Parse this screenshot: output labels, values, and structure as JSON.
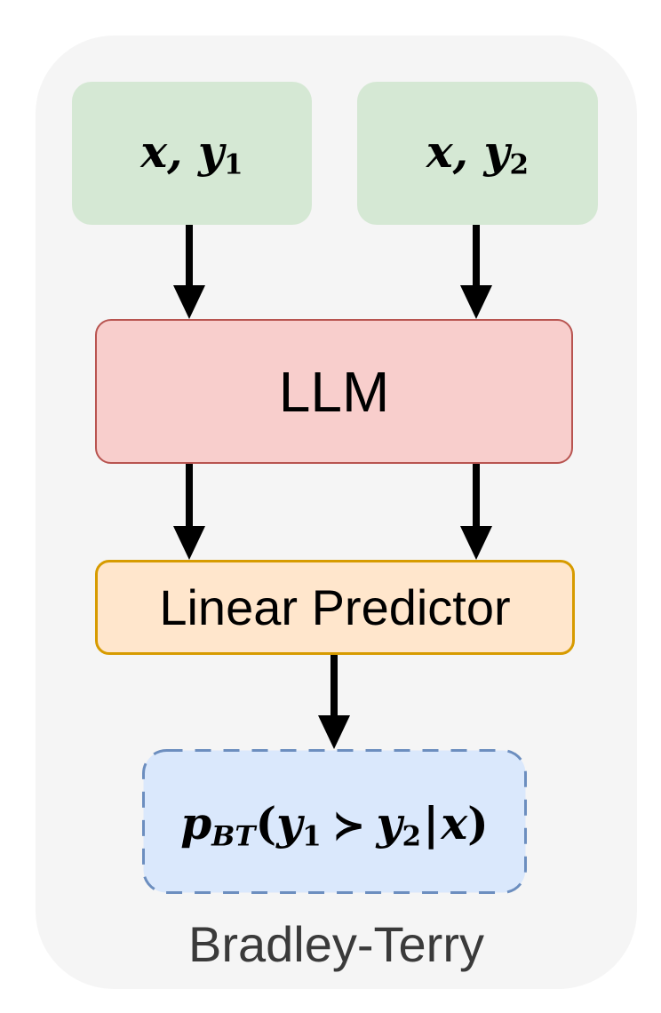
{
  "figure": {
    "caption": "Bradley-Terry",
    "nodes": {
      "input1": {
        "base": "x, y",
        "sub": "1"
      },
      "input2": {
        "base": "x, y",
        "sub": "2"
      },
      "llm": {
        "label": "LLM"
      },
      "predictor": {
        "label": "Linear Predictor"
      },
      "output": {
        "p": "p",
        "p_sub": "BT",
        "open_paren": "(",
        "y1": "y",
        "y1_sub": "1",
        "succ": "≻",
        "y2": "y",
        "y2_sub": "2",
        "bar": "|",
        "x": "x",
        "close_paren": ")"
      }
    },
    "arrows": [
      {
        "from": "input1",
        "to": "llm"
      },
      {
        "from": "input2",
        "to": "llm"
      },
      {
        "from": "llm",
        "to": "predictor",
        "side": "left"
      },
      {
        "from": "llm",
        "to": "predictor",
        "side": "right"
      },
      {
        "from": "predictor",
        "to": "output"
      }
    ],
    "colors": {
      "page_bg": "#ffffff",
      "container_bg": "#f5f5f5",
      "input_fill": "#d5e8d4",
      "llm_fill": "#f8cecc",
      "llm_border": "#b85450",
      "predictor_fill": "#ffe6cc",
      "predictor_border": "#d79b00",
      "output_fill": "#dae8fc",
      "output_border": "#6c8ebf",
      "arrow": "#000000",
      "caption_text": "#3a3a3a"
    }
  }
}
